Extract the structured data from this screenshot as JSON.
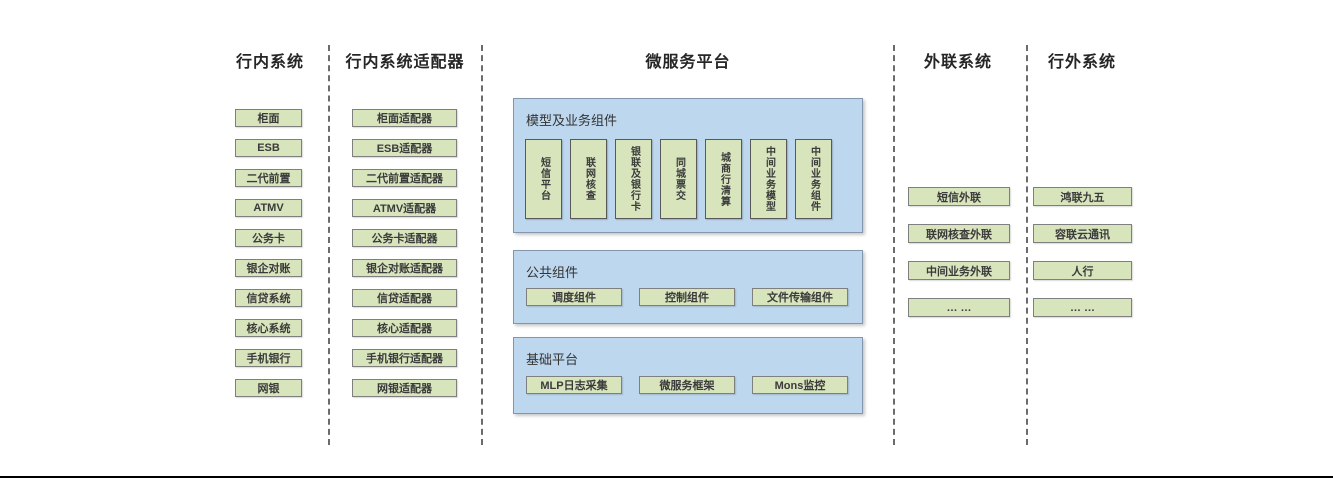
{
  "diagram": {
    "colors": {
      "box_fill": "#d7e4bc",
      "box_border": "#7f7f7f",
      "panel_fill": "#bdd7ee",
      "panel_border": "#8496ab",
      "divider": "#6b6b6b",
      "baseline": "#000000"
    },
    "columns": {
      "internal": {
        "header": "行内系统",
        "items": [
          "柜面",
          "ESB",
          "二代前置",
          "ATMV",
          "公务卡",
          "银企对账",
          "信贷系统",
          "核心系统",
          "手机银行",
          "网银"
        ]
      },
      "adapters": {
        "header": "行内系统适配器",
        "items": [
          "柜面适配器",
          "ESB适配器",
          "二代前置适配器",
          "ATMV适配器",
          "公务卡适配器",
          "银企对账适配器",
          "信贷适配器",
          "核心适配器",
          "手机银行适配器",
          "网银适配器"
        ]
      },
      "platform": {
        "header": "微服务平台",
        "panels": {
          "model": {
            "title": "模型及业务组件",
            "items": [
              "短信平台",
              "联网核查",
              "银联及银行卡",
              "同城票交",
              "城商行清算",
              "中间业务模型",
              "中间业务组件"
            ]
          },
          "common": {
            "title": "公共组件",
            "items": [
              "调度组件",
              "控制组件",
              "文件传输组件"
            ]
          },
          "base": {
            "title": "基础平台",
            "items": [
              "MLP日志采集",
              "微服务框架",
              "Mons监控"
            ]
          }
        }
      },
      "external": {
        "header": "外联系统",
        "items": [
          "短信外联",
          "联网核查外联",
          "中间业务外联",
          "… …"
        ]
      },
      "outside": {
        "header": "行外系统",
        "items": [
          "鸿联九五",
          "容联云通讯",
          "人行",
          "… …"
        ]
      }
    }
  }
}
